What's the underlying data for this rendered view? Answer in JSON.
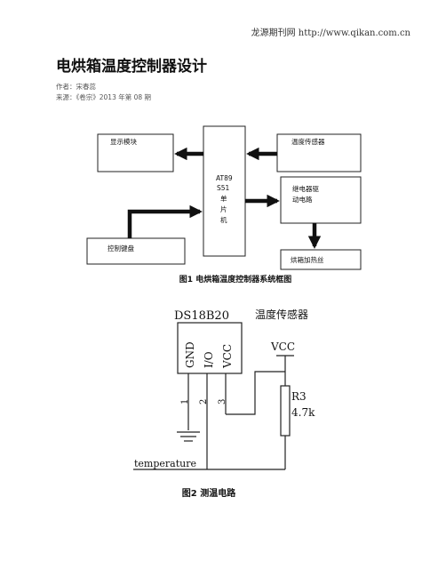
{
  "header": {
    "site": "龙源期刊网 http://www.qikan.com.cn"
  },
  "article": {
    "title": "电烘箱温度控制器设计",
    "author": "作者：宋春蕊",
    "source": "来源：《卷宗》2013 年第 08 期"
  },
  "figure1": {
    "caption": "图1 电烘箱温度控制器系统框图",
    "display": "显示模块",
    "sensor": "温度传感器",
    "mcu": [
      "AT89",
      "S51",
      "单",
      "片",
      "机"
    ],
    "relay": [
      "继电器驱",
      "动电路"
    ],
    "keyboard": "控制键盘",
    "heater": "烘箱加热丝"
  },
  "figure2": {
    "caption": "图2 测温电路",
    "chip": "DS18B20",
    "sensor_label": "温度传感器",
    "pins": [
      "GND",
      "I/O",
      "VCC"
    ],
    "pin_numbers": [
      "1",
      "2",
      "3"
    ],
    "vcc": "VCC",
    "resistor_name": "R3",
    "resistor_value": "4.7k",
    "net_label": "temperature"
  }
}
